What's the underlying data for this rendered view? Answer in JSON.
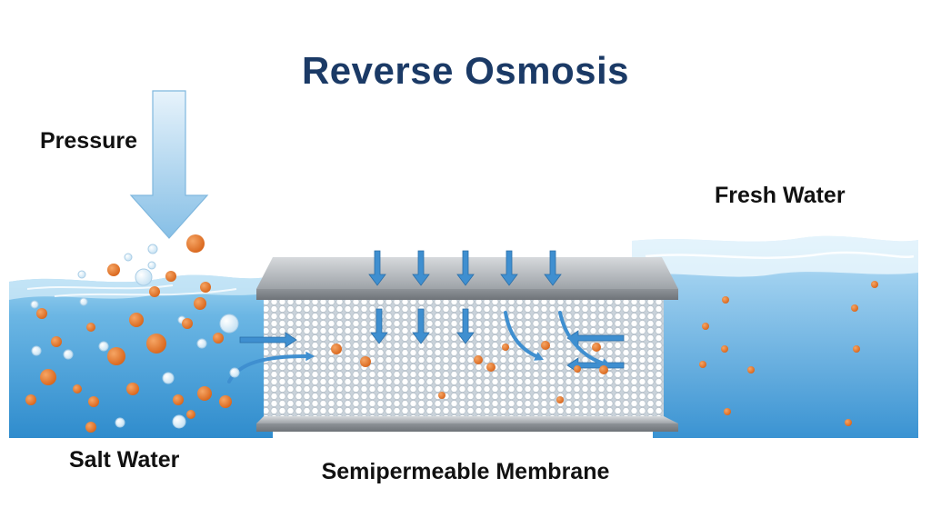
{
  "title": "Reverse Osmosis",
  "labels": {
    "pressure": "Pressure",
    "fresh_water": "Fresh Water",
    "salt_water": "Salt Water",
    "membrane": "Semipermeable Membrane"
  },
  "colors": {
    "title": "#1b3a66",
    "water_light": "#bfe3f7",
    "water_dark": "#2f8ccd",
    "salt_particle": "#e5792b",
    "bubble": "#e9f5ff",
    "plate": "#b8bcc0",
    "arrow": "#3f8fd0"
  },
  "icons": {
    "pressure_arrow": "arrow-down-icon",
    "flow_arrows": "arrow-icon"
  }
}
